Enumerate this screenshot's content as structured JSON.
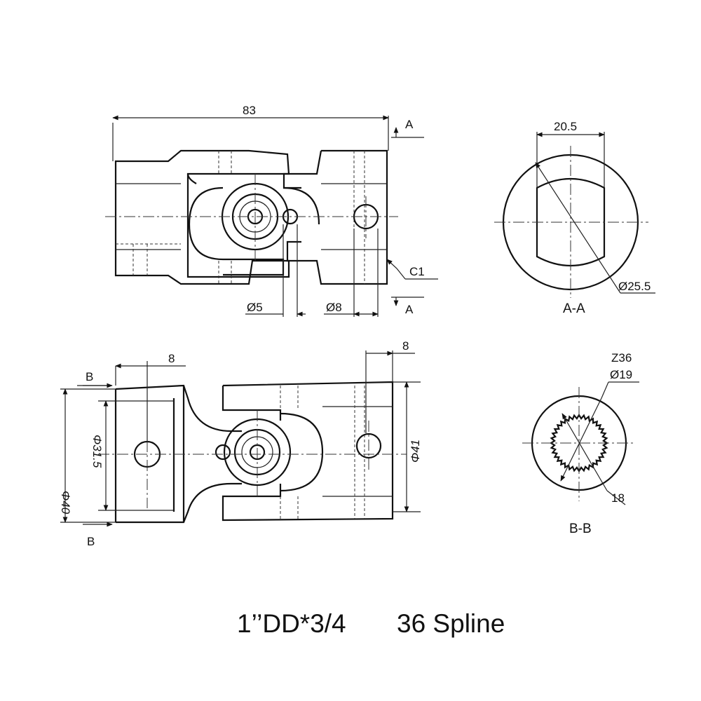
{
  "labels": {
    "overall_length": "83",
    "section_a_top": "A",
    "section_a_bottom": "A",
    "chamfer": "C1",
    "pin_dia_small": "Ø5",
    "pin_dia_large": "Ø8",
    "flat_width": "20.5",
    "bore_dia": "Ø25.5",
    "section_a_title": "A-A",
    "section_b_top": "B",
    "section_b_bottom": "B",
    "hole_offset_left": "8",
    "hole_offset_right": "8",
    "outer_dia_left": "Φ40",
    "inner_dia_left": "Φ31.5",
    "outer_dia_right": "Φ41",
    "spline_teeth": "Z36",
    "spline_dia": "Ø19",
    "spline_minor": "18",
    "section_b_title": "B-B"
  },
  "caption": {
    "part_size": "1’’DD*3/4",
    "spline_spec": "36 Spline"
  }
}
